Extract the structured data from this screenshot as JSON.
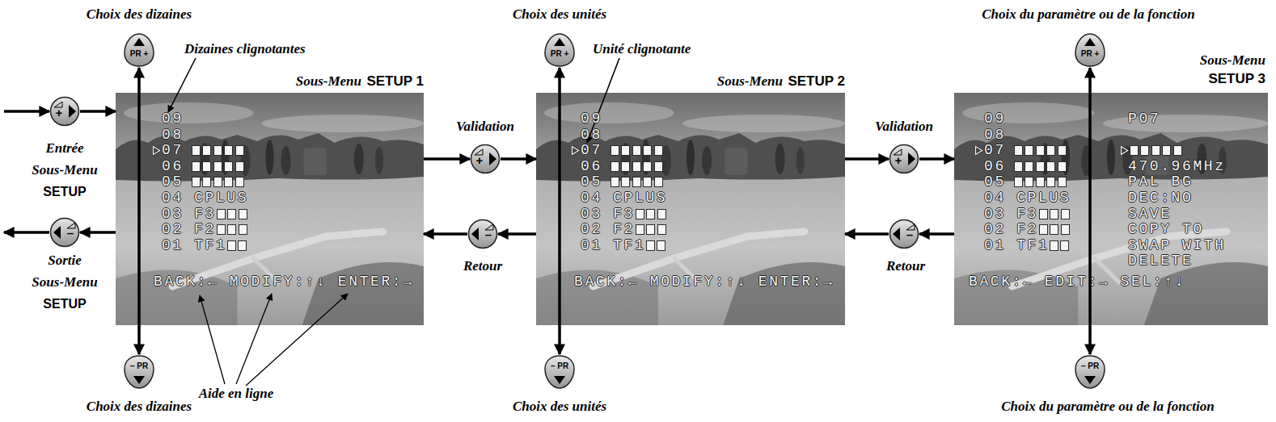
{
  "diagram": {
    "nodes": [
      {
        "text": [
          "PR +"
        ]
      },
      {
        "text": [
          "+"
        ]
      },
      {
        "text": [
          "Sous-Menu",
          "SETUP 1",
          "09",
          "08",
          "07",
          "06",
          "05",
          "04 CPLUS",
          "03 F3",
          "02 F2",
          "01 TF1",
          "BACK:← MODIFY:↑↓ ENTER:→"
        ]
      },
      {
        "text": [
          "–"
        ]
      },
      {
        "text": [
          "– PR"
        ]
      },
      {
        "text": [
          "+"
        ]
      },
      {
        "text": [
          "–"
        ]
      },
      {
        "text": [
          "PR +"
        ]
      },
      {
        "text": [
          "Sous-Menu",
          "SETUP 2",
          "09",
          "08",
          "07",
          "06",
          "05",
          "04 CPLUS",
          "03 F3",
          "02 F2",
          "01 TF1",
          "BACK:← MODIFY:↑↓ ENTER:→"
        ]
      },
      {
        "text": [
          "– PR"
        ]
      },
      {
        "text": [
          "+"
        ]
      },
      {
        "text": [
          "–"
        ]
      },
      {
        "text": [
          "PR +"
        ]
      },
      {
        "text": [
          "Sous-Menu",
          "SETUP 3",
          "09",
          "08",
          "07",
          "06",
          "05",
          "04 CPLUS",
          "03 F3",
          "02 F2",
          "01 TF1",
          "P07",
          "470.96MHz",
          "PAL BG",
          "DEC:NO",
          "SAVE",
          "COPY TO",
          "SWAP WITH",
          "DELETE",
          "BACK:← EDIT:→ SEL:↑↓"
        ]
      },
      {
        "text": [
          "– PR"
        ]
      }
    ],
    "edges": [
      {
        "from": 0,
        "to": 4,
        "arrow": "both"
      },
      {
        "from": 1,
        "to": 2,
        "arrow": "to"
      },
      {
        "from": 2,
        "to": 3,
        "arrow": "to"
      },
      {
        "from": 2,
        "to": 5,
        "arrow": "to"
      },
      {
        "from": 5,
        "to": 8,
        "arrow": "to"
      },
      {
        "from": 8,
        "to": 6,
        "arrow": "to"
      },
      {
        "from": 6,
        "to": 2,
        "arrow": "to"
      },
      {
        "from": 7,
        "to": 9,
        "arrow": "both"
      },
      {
        "from": 8,
        "to": 10,
        "arrow": "to"
      },
      {
        "from": 10,
        "to": 13,
        "arrow": "to"
      },
      {
        "from": 13,
        "to": 11,
        "arrow": "to"
      },
      {
        "from": 11,
        "to": 8,
        "arrow": "to"
      },
      {
        "from": 12,
        "to": 14,
        "arrow": "both"
      }
    ],
    "labels": [
      "Choix des dizaines",
      "Dizaines clignotantes",
      "Entrée",
      "Sous-Menu",
      "SETUP",
      "Sortie",
      "Sous-Menu",
      "SETUP",
      "Choix des dizaines",
      "Aide en ligne",
      "Choix des unités",
      "Unité clignotante",
      "Validation",
      "Retour",
      "Choix des unités",
      "Validation",
      "Retour",
      "Choix du paramètre ou de la fonction",
      "Choix du paramètre ou de la fonction"
    ]
  }
}
